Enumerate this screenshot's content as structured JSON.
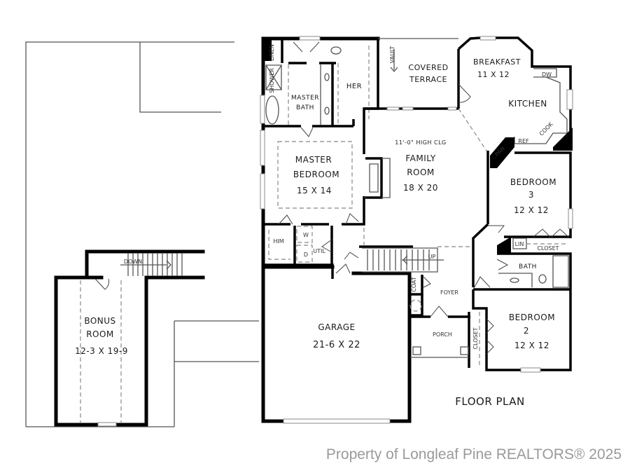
{
  "title": "FLOOR PLAN",
  "watermark": "Property of Longleaf Pine REALTORS® 2025",
  "rooms": {
    "master_bath": {
      "name_line1": "MASTER",
      "name_line2": "BATH"
    },
    "linen": {
      "name": "LINEN"
    },
    "shower": {
      "name": "SHOWER"
    },
    "her_closet": {
      "name": "HER"
    },
    "him_closet": {
      "name": "HIM"
    },
    "covered_terrace": {
      "name_line1": "COVERED",
      "name_line2": "TERRACE",
      "note": "VAULT"
    },
    "breakfast": {
      "name": "BREAKFAST",
      "size": "11 X 12"
    },
    "kitchen": {
      "name": "KITCHEN",
      "appliances": {
        "dw": "DW",
        "ref": "REF",
        "cook": "COOK",
        "pan": "PAN"
      }
    },
    "master_bedroom": {
      "name_line1": "MASTER",
      "name_line2": "BEDROOM",
      "size": "15 X 14"
    },
    "family_room": {
      "ceiling": "11'-0\" HIGH CLG",
      "name_line1": "FAMILY",
      "name_line2": "ROOM",
      "size": "18 X 20"
    },
    "bedroom3": {
      "name_line1": "BEDROOM",
      "name_line2": "3",
      "size": "12 X 12"
    },
    "bath": {
      "name": "BATH",
      "lin": "LIN",
      "closet": "CLOSET"
    },
    "utility": {
      "name": "UTIL",
      "washer": "W",
      "dryer": "D"
    },
    "stairs": {
      "label": "UP"
    },
    "garage": {
      "name": "GARAGE",
      "size": "21-6 X 22"
    },
    "coat": {
      "name": "COAT"
    },
    "foyer": {
      "name": "FOYER"
    },
    "porch": {
      "name": "PORCH"
    },
    "bedroom2": {
      "name_line1": "BEDROOM",
      "name_line2": "2",
      "size": "12 X 12",
      "closet": "CLOSET"
    },
    "bonus_room": {
      "name_line1": "BONUS",
      "name_line2": "ROOM",
      "size": "12-3 X 19-9",
      "stairs_label": "DOWN"
    }
  }
}
